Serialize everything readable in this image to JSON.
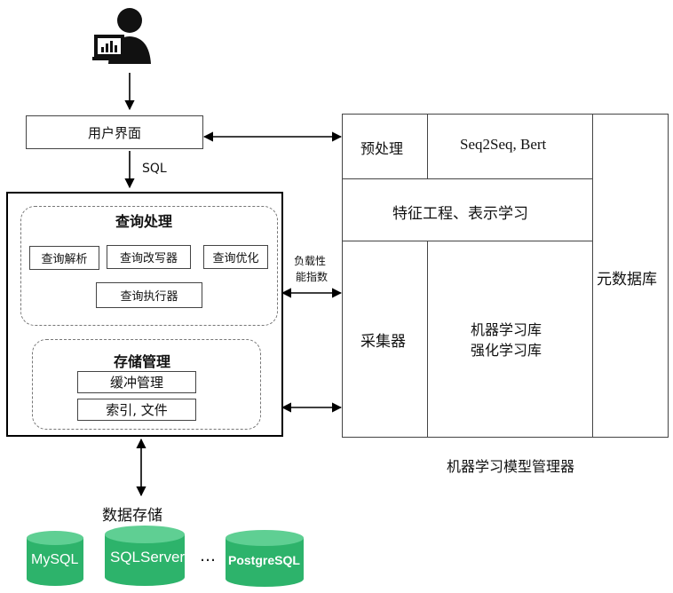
{
  "user_interface": {
    "label": "用户界面"
  },
  "sql_label": "SQL",
  "db_engine": {
    "query_processing": {
      "title": "查询处理",
      "modules": [
        "查询解析",
        "查询改写器",
        "查询优化",
        "查询执行器"
      ]
    },
    "storage_management": {
      "title": "存储管理",
      "modules": [
        "缓冲管理",
        "索引, 文件"
      ]
    }
  },
  "load_metrics_label": [
    "负载性",
    "能指数"
  ],
  "ml_manager": {
    "caption": "机器学习模型管理器",
    "preprocess": "预处理",
    "models": "Seq2Seq, Bert",
    "feature_engineering": "特征工程、表示学习",
    "collector": "采集器",
    "ml_library": [
      "机器学习库",
      "强化学习库"
    ],
    "metadata": "元数据库"
  },
  "data_storage": {
    "title": "数据存储",
    "databases": [
      "MySQL",
      "SQLServer",
      "PostgreSQL"
    ],
    "ellipsis": "…"
  },
  "colors": {
    "cylinder": "#2db36b",
    "cylinder_top": "#5fcf93"
  }
}
